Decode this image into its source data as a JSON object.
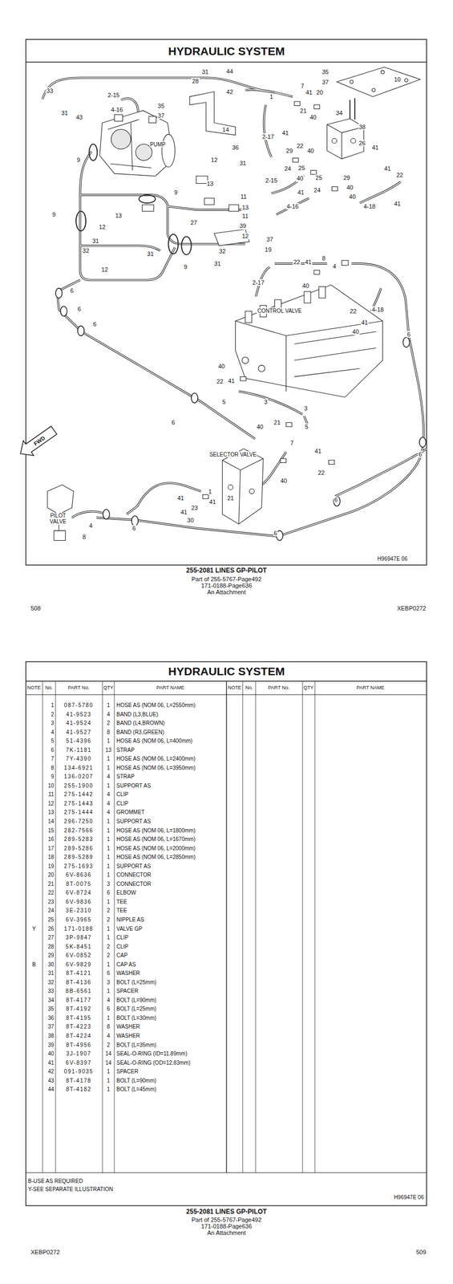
{
  "diagram": {
    "title": "HYDRAULIC SYSTEM",
    "labels": [
      "35",
      "37",
      "10",
      "31",
      "44",
      "28",
      "42",
      "33",
      "31",
      "43",
      "2-15",
      "4-16",
      "35",
      "37",
      "14",
      "7",
      "41",
      "20",
      "1",
      "21",
      "40",
      "34",
      "38",
      "2-17",
      "41",
      "29",
      "22",
      "40",
      "26",
      "41",
      "24",
      "25",
      "40",
      "25",
      "29",
      "40",
      "22",
      "41",
      "2-15",
      "41",
      "24",
      "40",
      "4-16",
      "4-18",
      "41",
      "PUMP",
      "9",
      "36",
      "31",
      "12",
      "13",
      "9",
      "11",
      "13",
      "11",
      "39",
      "12",
      "27",
      "37",
      "19",
      "9",
      "13",
      "12",
      "31",
      "32",
      "12",
      "31",
      "9",
      "32",
      "31",
      "22",
      "41",
      "8",
      "4",
      "2-17",
      "40",
      "CONTROL VALVE",
      "4-18",
      "22",
      "41",
      "40",
      "6",
      "6",
      "6",
      "6",
      "40",
      "22",
      "41",
      "5",
      "3",
      "3",
      "5",
      "40",
      "21",
      "7",
      "SELECTOR VALVE",
      "41",
      "22",
      "40",
      "6",
      "6",
      "6",
      "6",
      "6",
      "1",
      "41",
      "41",
      "21",
      "23",
      "41",
      "30",
      "PILOT VALVE",
      "4",
      "8",
      "FWD",
      "H96947E 06",
      "255-2081 LINES GP-PILOT",
      "Part of 255-5767-Page492",
      "171-0188-Page636",
      "An Attachment",
      "508",
      "XEBP0272",
      "HYDRAULIC SYSTEM",
      "NOTE",
      "No.",
      "PART No.",
      "QTY",
      "PART NAME",
      "NOTE",
      "No.",
      "PART No.",
      "QTY",
      "PART NAME",
      "1",
      "087-5780",
      "1",
      "HOSE AS (NOM 06, L=2550mm)",
      "2",
      "41-9523",
      "4",
      "BAND (L3,BLUE)",
      "3",
      "41-9524",
      "2",
      "BAND (L4,BROWN)",
      "4",
      "41-9527",
      "8",
      "BAND (R3,GREEN)",
      "5",
      "51-4396",
      "1",
      "HOSE AS (NOM 06, L=400mm)",
      "6",
      "7K-1181",
      "13",
      "STRAP",
      "7",
      "7Y-4390",
      "1",
      "HOSE AS (NOM 06, L=2400mm)",
      "8",
      "134-6921",
      "1",
      "HOSE AS (NOM 06, L=3950mm)",
      "9",
      "136-0207",
      "4",
      "STRAP",
      "10",
      "255-1900",
      "1",
      "SUPPORT AS",
      "11",
      "275-1442",
      "4",
      "CLIP",
      "12",
      "275-1443",
      "4",
      "CLIP",
      "13",
      "275-1444",
      "4",
      "GROMMET",
      "14",
      "296-7250",
      "1",
      "SUPPORT AS",
      "15",
      "282-7566",
      "1",
      "HOSE AS (NOM 06, L=1800mm)",
      "16",
      "289-5283",
      "1",
      "HOSE AS (NOM 06, L=1670mm)",
      "17",
      "289-5286",
      "1",
      "HOSE AS (NOM 06, L=2000mm)",
      "18",
      "289-5289",
      "1",
      "HOSE AS (NOM 06, L=2850mm)",
      "19",
      "275-1693",
      "1",
      "SUPPORT AS",
      "20",
      "6V-8636",
      "1",
      "CONNECTOR",
      "21",
      "8T-0075",
      "3",
      "CONNECTOR",
      "22",
      "6V-8724",
      "6",
      "ELBOW",
      "23",
      "6V-9836",
      "1",
      "TEE",
      "24",
      "3E-2310",
      "2",
      "TEE",
      "25",
      "6V-3965",
      "2",
      "NIPPLE AS",
      "26",
      "171-0188",
      "1",
      "VALVE GP",
      "27",
      "3P-9847",
      "1",
      "CLIP",
      "28",
      "5K-8451",
      "2",
      "CLIP",
      "29",
      "6V-0852",
      "2",
      "CAP",
      "30",
      "6V-9829",
      "1",
      "CAP AS",
      "31",
      "8T-4121",
      "6",
      "WASHER",
      "32",
      "8T-4136",
      "3",
      "BOLT (L=25mm)",
      "33",
      "8B-6561",
      "1",
      "SPACER",
      "34",
      "8T-4177",
      "4",
      "BOLT (L=90mm)",
      "35",
      "8T-4192",
      "6",
      "BOLT (L=25mm)",
      "36",
      "8T-4195",
      "1",
      "BOLT (L=30mm)",
      "37",
      "8T-4223",
      "8",
      "WASHER",
      "38",
      "8T-4224",
      "4",
      "WASHER",
      "39",
      "8T-4956",
      "2",
      "BOLT (L=35mm)",
      "40",
      "3J-1907",
      "14",
      "SEAL-O-RING (ID=11.89mm)",
      "41",
      "6V-8397",
      "14",
      "SEAL-O-RING (OD=12.83mm)",
      "42",
      "091-9035",
      "1",
      "SPACER",
      "43",
      "8T-4178",
      "1",
      "BOLT (L=90mm)",
      "44",
      "8T-4182",
      "1",
      "BOLT (L=45mm)",
      "Y",
      "B",
      "B-USE AS REQUIRED",
      "Y-SEE SEPARATE ILLUSTRATION",
      "H96947E 06",
      "255-2081 LINES GP-PILOT",
      "Part of 255-5767-Page492",
      "171-0188-Page636",
      "An Attachment",
      "XEBP0272",
      "509"
    ]
  }
}
